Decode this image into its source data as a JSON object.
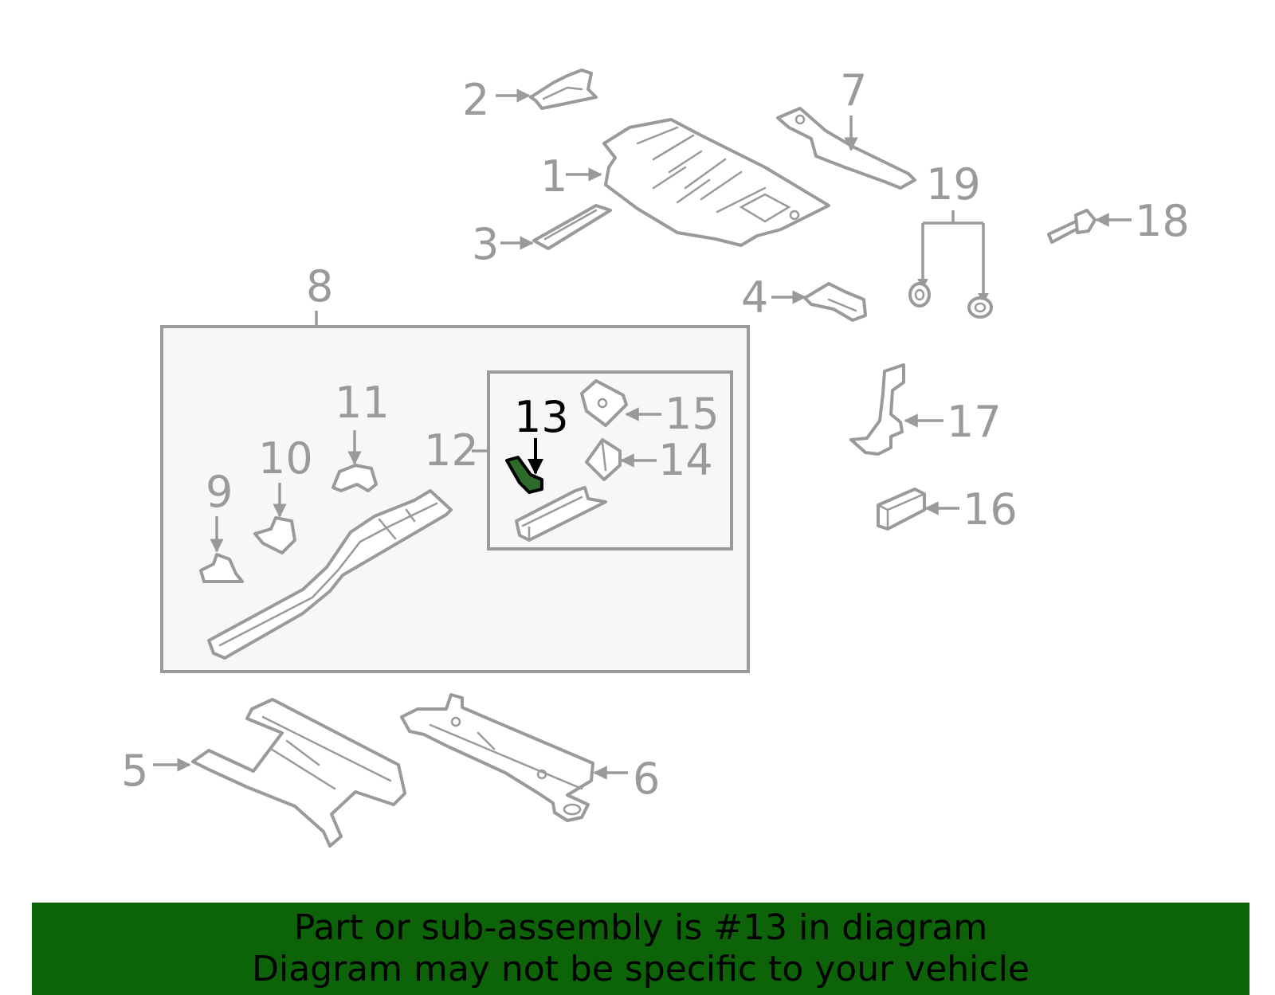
{
  "labels": {
    "p1": "1",
    "p2": "2",
    "p3": "3",
    "p4": "4",
    "p5": "5",
    "p6": "6",
    "p7": "7",
    "p8": "8",
    "p9": "9",
    "p10": "10",
    "p11": "11",
    "p12": "12",
    "p13": "13",
    "p14": "14",
    "p15": "15",
    "p16": "16",
    "p17": "17",
    "p18": "18",
    "p19": "19"
  },
  "highlighted_part": "13",
  "colors": {
    "line": "#9a9a9a",
    "highlight_fill": "#2e6b2a",
    "banner": "#0d6408",
    "text": "#000000"
  },
  "banner": {
    "line1": "Part or sub-assembly is #13 in diagram",
    "line2": "Diagram may not be specific to your vehicle"
  }
}
